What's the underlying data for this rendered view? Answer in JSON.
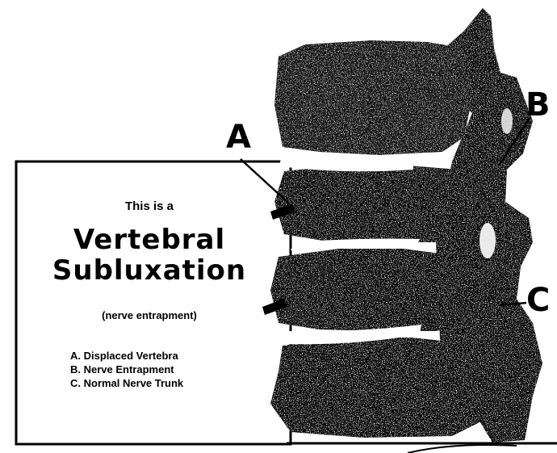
{
  "diagram": {
    "intro": "This is a",
    "title_line1": "Vertebral",
    "title_line2": "Subluxation",
    "subtitle": "(nerve entrapment)",
    "callouts": {
      "a": "A",
      "b": "B",
      "c": "C"
    },
    "legend": [
      "A.  Displaced Vertebra",
      "B.  Nerve Entrapment",
      "C.  Normal Nerve Trunk"
    ]
  }
}
